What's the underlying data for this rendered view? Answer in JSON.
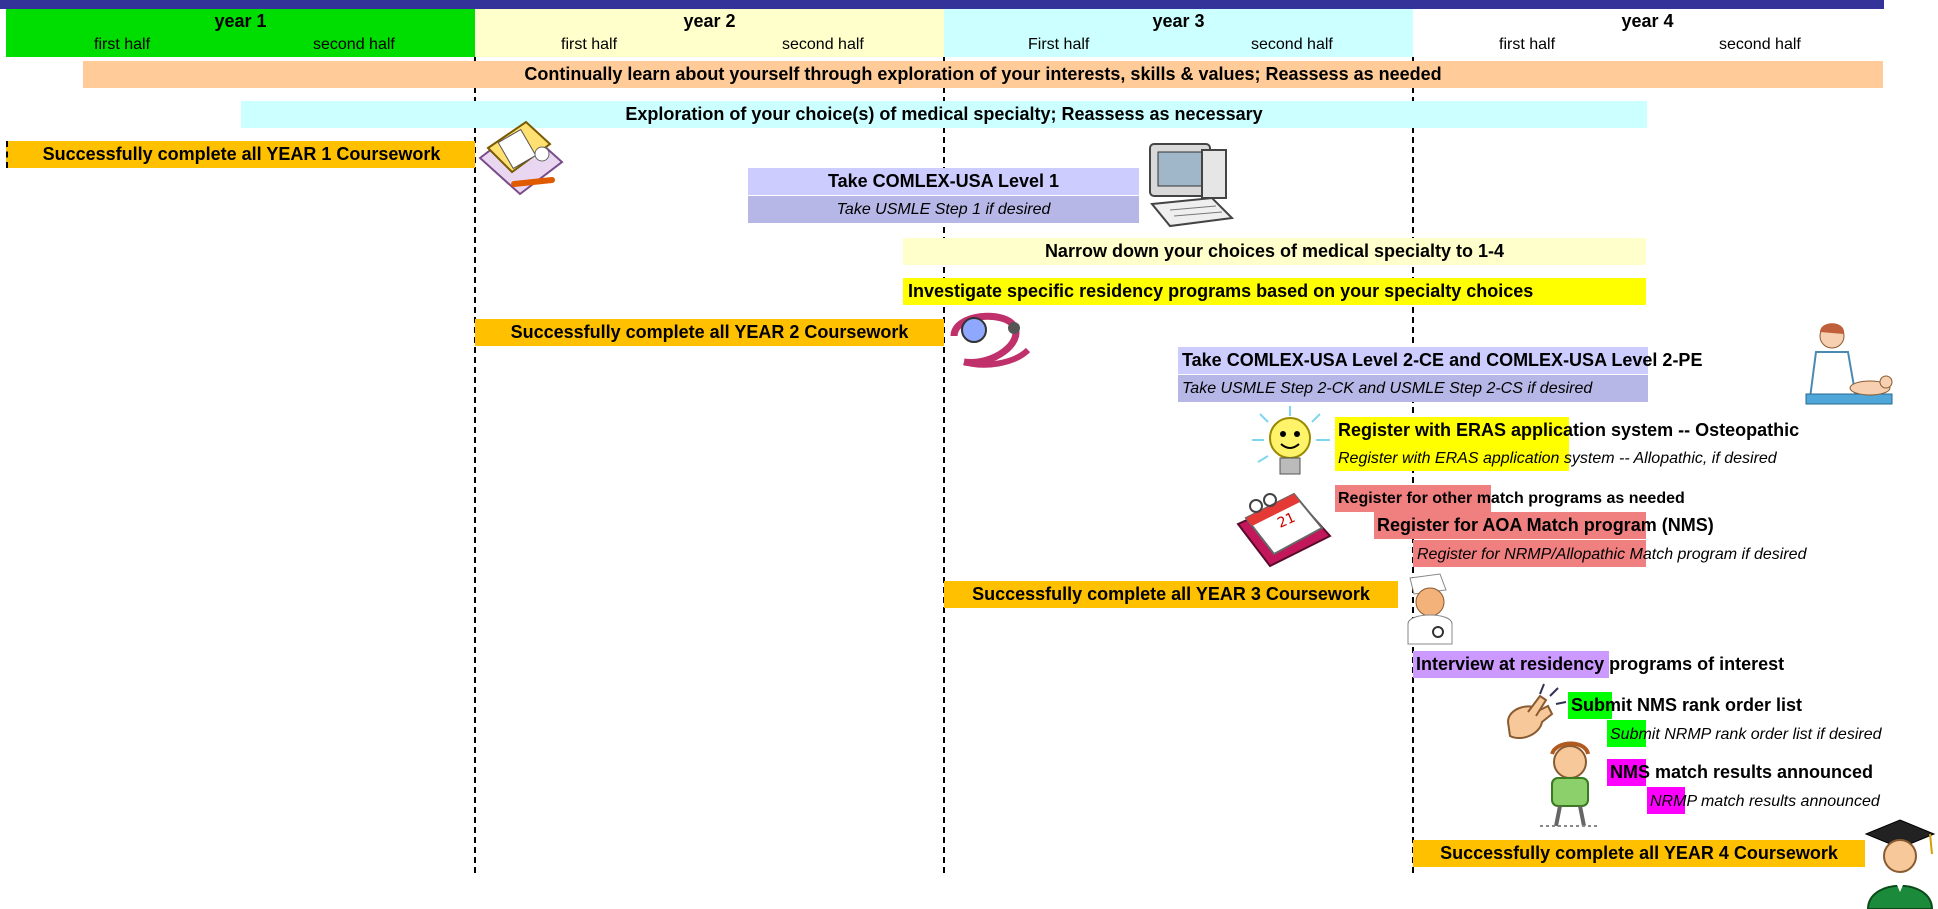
{
  "years": [
    {
      "title": "year 1",
      "first": "first half",
      "second": "second half",
      "color": "#00DD00"
    },
    {
      "title": "year 2",
      "first": "first half",
      "second": "second half",
      "color": "#FFFFCC"
    },
    {
      "title": "year 3",
      "first": "First half",
      "second": "second half",
      "color": "#CCFFFF"
    },
    {
      "title": "year 4",
      "first": "first half",
      "second": "second half",
      "color": "#FFFFFF"
    }
  ],
  "rows": {
    "learn": "Continually learn about yourself through exploration of your interests, skills & values;  Reassess as needed",
    "explore": "Exploration of your choice(s) of medical specialty; Reassess as necessary",
    "y1course": "Successfully complete all YEAR 1 Coursework",
    "comlex1": "Take COMLEX-USA Level 1",
    "usmle1": "Take USMLE Step 1 if desired",
    "narrow": "Narrow down your choices of medical specialty to 1-4",
    "investigate": "Investigate specific residency programs based on your specialty choices",
    "y2course": "Successfully complete all YEAR 2 Coursework",
    "comlex2": "Take COMLEX-USA Level 2-CE  and  COMLEX-USA Level 2-PE",
    "usmle2": "Take USMLE Step 2-CK  and  USMLE Step 2-CS if desired",
    "eras_o": "Register with ERAS application system -- Osteopathic",
    "eras_a": "Register with ERAS application system -- Allopathic, if desired",
    "other_match": "Register for other match programs as needed",
    "aoa_match": "Register for AOA Match program (NMS)",
    "nrmp_reg": "Register for NRMP/Allopathic Match program if desired",
    "y3course": "Successfully complete all YEAR 3 Coursework",
    "interview": "Interview at residency programs of interest",
    "nms_rank": "Submit NMS rank order list",
    "nrmp_rank": "Submit NRMP rank order list if desired",
    "nms_results": "NMS match results announced",
    "nrmp_results": "NRMP match results announced",
    "y4course": "Successfully complete all YEAR 4 Coursework"
  },
  "colors": {
    "orange": "#FFC000",
    "peach": "#FFCC99",
    "aqua": "#CCFFFF",
    "lavender": "#CCCCFF",
    "lavender2": "#B7B7E7",
    "paleyellow": "#FFFFCC",
    "yellow": "#FFFF00",
    "salmon": "#F08080",
    "violet": "#CC99FF",
    "green": "#00FF00",
    "magenta": "#FF00FF",
    "navy": "#333399"
  },
  "icons": [
    "folder-icon",
    "computer-icon",
    "stethoscope-icon",
    "doctor-patient-icon",
    "lightbulb-icon",
    "calendar-icon",
    "surgeon-icon",
    "fingers-crossed-icon",
    "waiting-person-icon",
    "graduate-icon"
  ]
}
